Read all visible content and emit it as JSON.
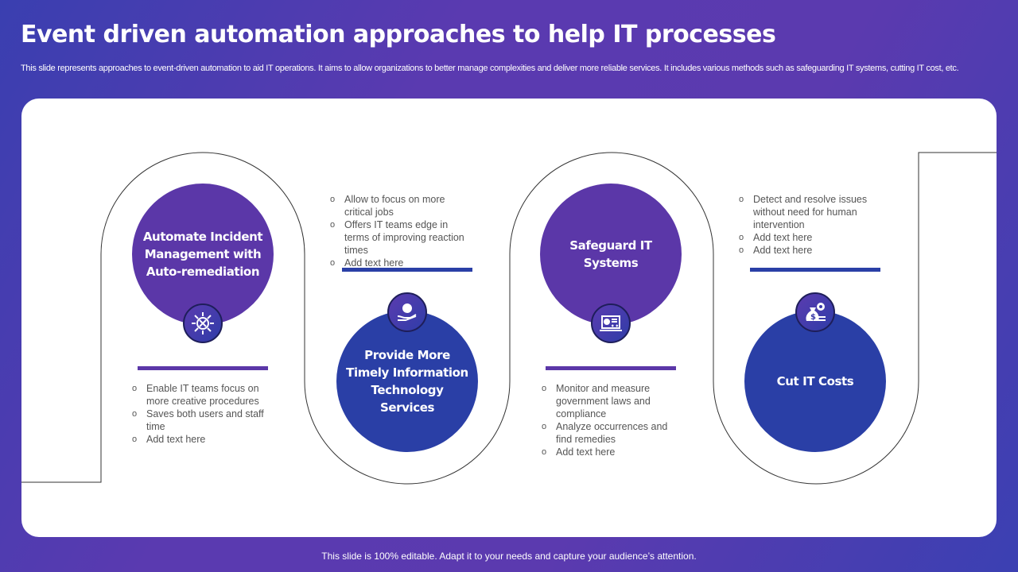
{
  "title": "Event driven automation approaches to help IT processes",
  "subtitle": "This slide represents approaches to event-driven automation to aid IT operations. It aims to allow organizations to better manage complexities and deliver more reliable services. It includes various methods such as safeguarding IT systems, cutting IT cost, etc.",
  "steps": [
    {
      "heading": "Automate Incident Management with Auto-remediation",
      "icon": "automation-tools-icon",
      "bullets": [
        "Enable IT teams focus on more creative procedures",
        "Saves both users and staff time",
        "Add text here"
      ]
    },
    {
      "heading": "Provide More Timely Information Technology Services",
      "icon": "hand-gear-icon",
      "bullets": [
        "Allow to focus on more critical jobs",
        "Offers IT teams edge in terms of improving reaction times",
        "Add text here"
      ]
    },
    {
      "heading": "Safeguard IT Systems",
      "icon": "laptop-settings-icon",
      "bullets": [
        "Monitor and measure government laws and compliance",
        "Analyze occurrences and find remedies",
        "Add text here"
      ]
    },
    {
      "heading": "Cut IT Costs",
      "icon": "money-bag-gear-icon",
      "bullets": [
        "Detect and resolve issues without need for human intervention",
        "Add text here",
        "Add text here"
      ]
    }
  ],
  "colors": {
    "purple": "#5b37a8",
    "blue": "#2a3fa6"
  },
  "footer": "This slide is 100% editable. Adapt it to your needs and capture your audience’s attention."
}
